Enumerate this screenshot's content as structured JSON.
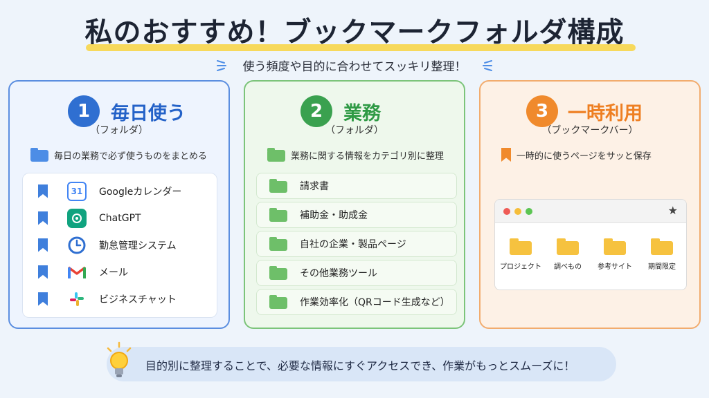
{
  "header": {
    "title": "私のおすすめ！ブックマークフォルダ構成",
    "subtitle": "使う頻度や目的に合わせてスッキリ整理！"
  },
  "colors": {
    "panel1_accent": "#2f6fd1",
    "panel2_accent": "#3aa14f",
    "panel3_accent": "#f08a2c",
    "title_underline": "#f7d95c"
  },
  "panels": [
    {
      "number": "1",
      "title": "毎日使う",
      "type": "（フォルダ）",
      "description": "毎日の業務で必ず使うものをまとめる",
      "items": [
        {
          "icon": "google-calendar-icon",
          "badge": "31",
          "label": "Googleカレンダー"
        },
        {
          "icon": "chatgpt-icon",
          "label": "ChatGPT"
        },
        {
          "icon": "clock-icon",
          "label": "勤怠管理システム"
        },
        {
          "icon": "gmail-icon",
          "label": "メール"
        },
        {
          "icon": "slack-icon",
          "label": "ビジネスチャット"
        }
      ]
    },
    {
      "number": "2",
      "title": "業務",
      "type": "（フォルダ）",
      "description": "業務に関する情報をカテゴリ別に整理",
      "items": [
        {
          "icon": "folder-icon",
          "label": "請求書"
        },
        {
          "icon": "folder-icon",
          "label": "補助金・助成金"
        },
        {
          "icon": "folder-icon",
          "label": "自社の企業・製品ページ"
        },
        {
          "icon": "folder-icon",
          "label": "その他業務ツール"
        },
        {
          "icon": "folder-icon",
          "label": "作業効率化（QRコード生成など）"
        }
      ]
    },
    {
      "number": "3",
      "title": "一時利用",
      "type": "（ブックマークバー）",
      "description": "一時的に使うページをサッと保存",
      "bookmark_bar": [
        {
          "icon": "folder-icon",
          "label": "プロジェクト"
        },
        {
          "icon": "folder-icon",
          "label": "調べもの"
        },
        {
          "icon": "folder-icon",
          "label": "参考サイト"
        },
        {
          "icon": "folder-icon",
          "label": "期間限定"
        }
      ]
    }
  ],
  "footer": {
    "icon": "lightbulb-icon",
    "text": "目的別に整理することで、必要な情報にすぐアクセスでき、作業がもっとスムーズに！"
  }
}
